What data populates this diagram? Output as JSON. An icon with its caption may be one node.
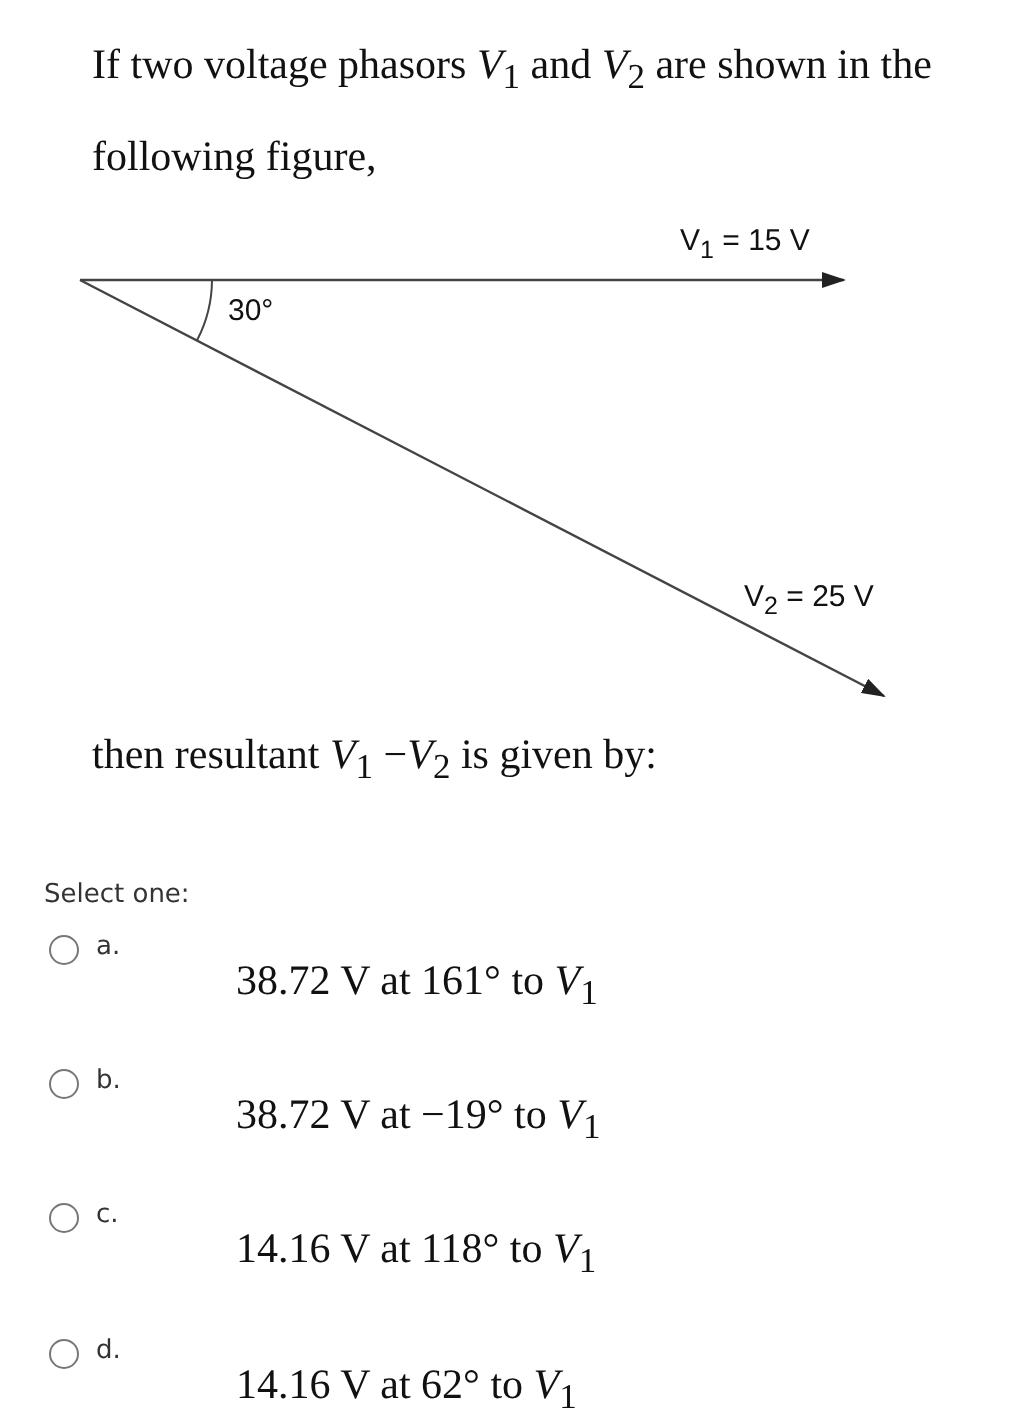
{
  "diagram": {
    "title": "If two voltage phasors *V*$_{1}$ and *V*$_{2}$ are shown in the following figure,",
    "labels": [
      "V$_{1}$ = 15 V",
      "30°",
      "V$_{2}$ = 25 V",
      "then resultant *V*$_{1}$ −*V*$_{2}$ is given by:",
      "Select one:",
      "a.",
      "38.72 V at 161° to *V*$_{1}$",
      "b.",
      "38.72 V at −19° to *V*$_{1}$",
      "c.",
      "14.16 V at 118° to *V*$_{1}$",
      "d.",
      "14.16 V at 62° to *V*$_{1}$"
    ]
  }
}
